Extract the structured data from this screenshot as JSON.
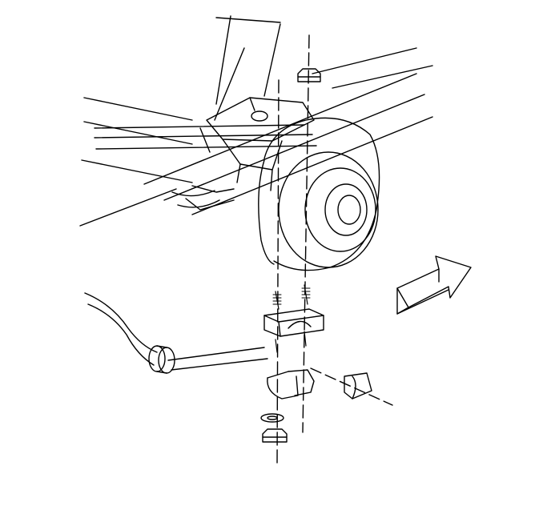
{
  "diagram": {
    "stroke_color": "#000000",
    "background_color": "#ffffff",
    "components": [
      "frame-rails",
      "leaf-spring",
      "axle-housing",
      "brake-drum",
      "u-bolt-left",
      "u-bolt-right",
      "spring-plate",
      "stabilizer-bar",
      "stabilizer-bushing",
      "bushing-bracket",
      "washer",
      "nut-top",
      "nut-bottom"
    ],
    "direction_arrow_icon": "front-arrow-icon"
  }
}
